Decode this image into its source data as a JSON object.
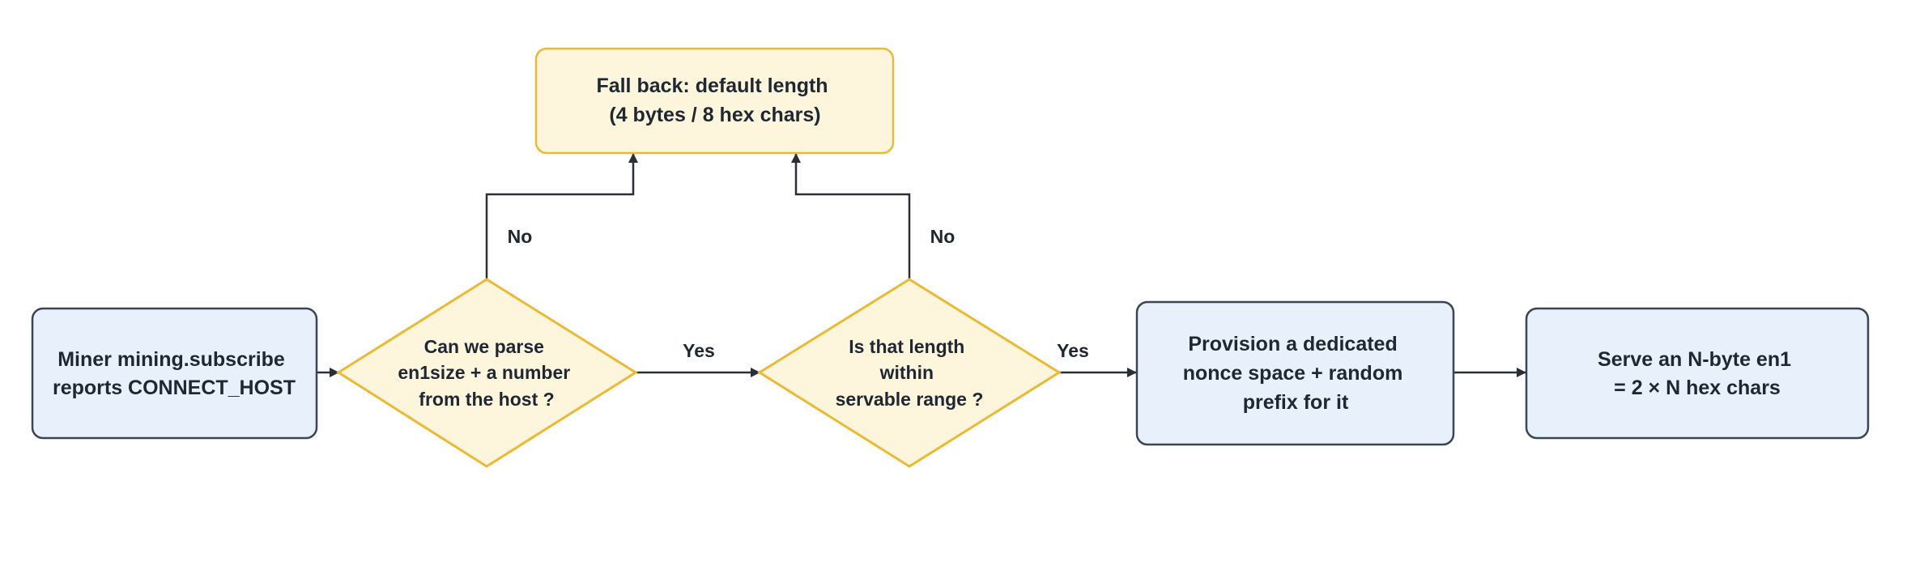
{
  "colors": {
    "process_fill": "#e8f0fb",
    "process_stroke": "#3a4556",
    "decision_fill": "#fdf5dc",
    "decision_stroke": "#ebb934",
    "fallback_fill": "#fdf5dc",
    "fallback_stroke": "#ebb934",
    "edge": "#2a2f36",
    "text": "#1f2733"
  },
  "nodes": {
    "start": {
      "lines": [
        "Miner mining.subscribe",
        "reports CONNECT_HOST"
      ]
    },
    "parse_decision": {
      "lines": [
        "Can we parse",
        "en1size + a number",
        "from the host ?"
      ]
    },
    "range_decision": {
      "lines": [
        "Is that length",
        "within",
        "servable range ?"
      ]
    },
    "provision": {
      "lines": [
        "Provision a dedicated",
        "nonce space + random",
        "prefix for it"
      ]
    },
    "serve": {
      "lines": [
        "Serve an N-byte en1",
        "= 2 × N hex chars"
      ]
    },
    "fallback": {
      "lines": [
        "Fall back: default length",
        "(4 bytes / 8 hex chars)"
      ]
    }
  },
  "edges": {
    "parse_yes": "Yes",
    "parse_no": "No",
    "range_yes": "Yes",
    "range_no": "No"
  }
}
